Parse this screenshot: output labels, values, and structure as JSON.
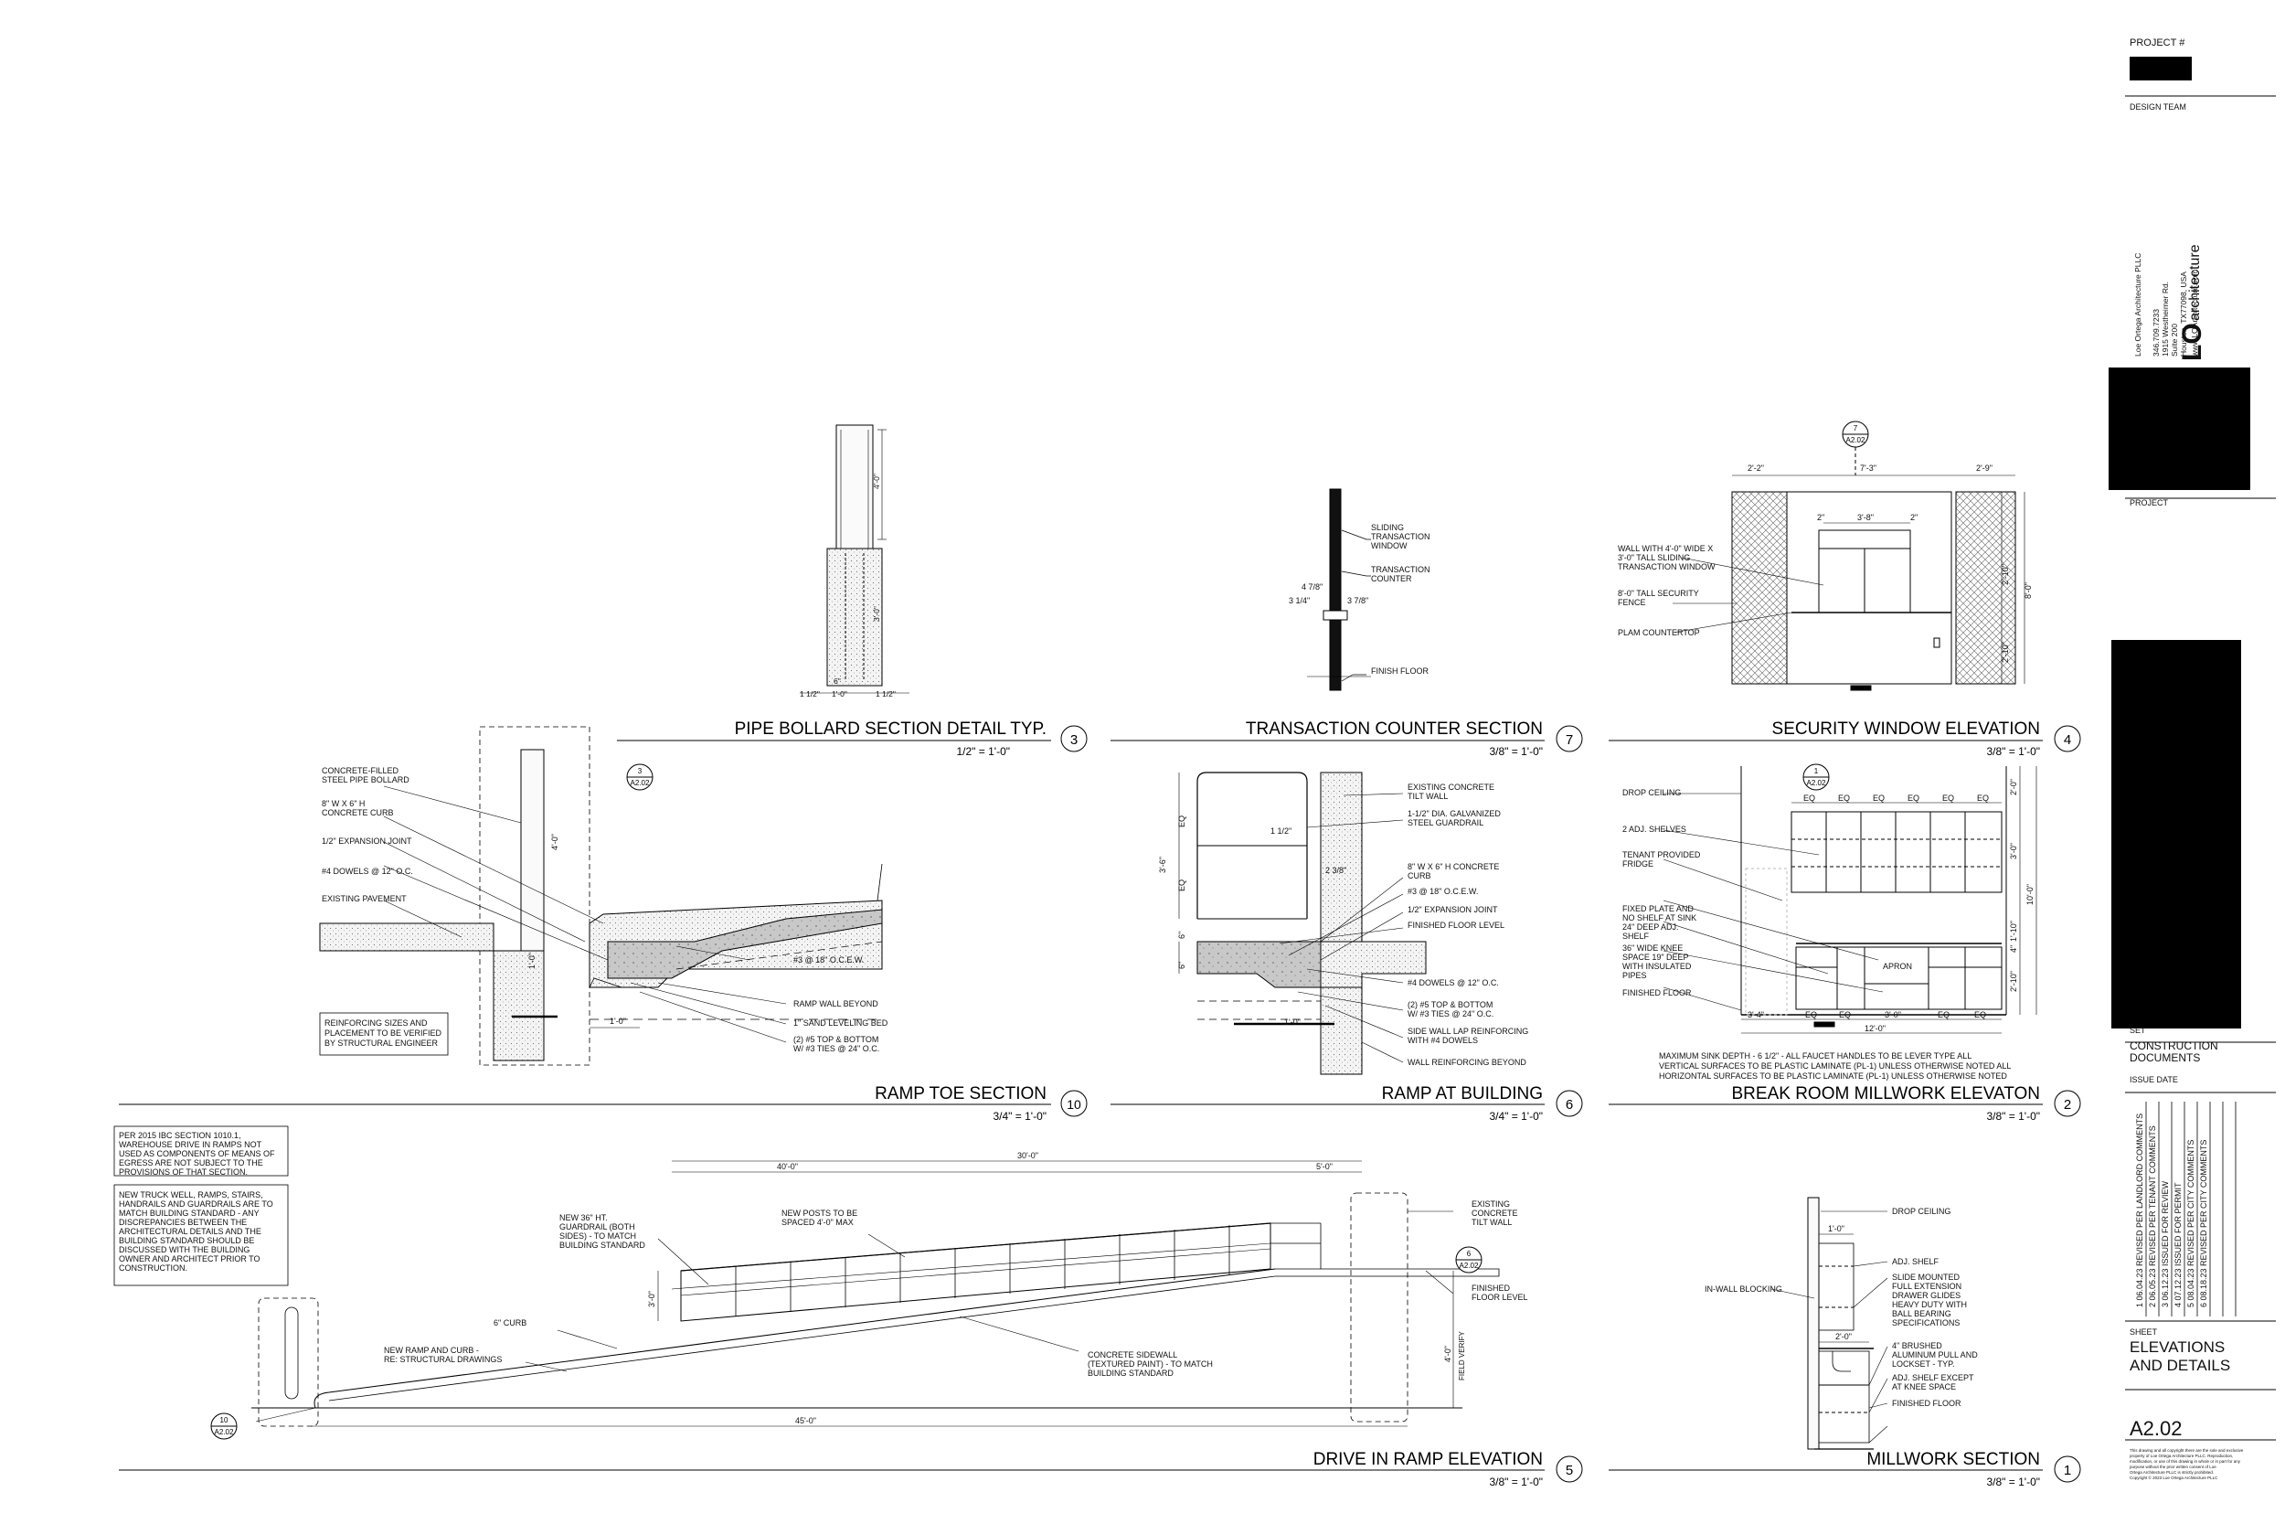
{
  "title_block": {
    "project_number_label": "PROJECT #",
    "design_team_label": "DESIGN TEAM",
    "firm_lines": [
      "Loe Ortega Architecture PLLC",
      "346.709.7233",
      "1915 Westheimer Rd.",
      "Suite 200",
      "Houston, TX77098, USA",
      "www.LOArchitecture.com"
    ],
    "logo_text": "LO",
    "logo_subtext": "architecture",
    "project_label": "PROJECT",
    "set_label": "SET",
    "set_value_line1": "CONSTRUCTION",
    "set_value_line2": "DOCUMENTS",
    "issue_date_label": "ISSUE DATE",
    "revisions": [
      "1  06.04.23  REVISED PER LANDLORD COMMENTS",
      "2  06.05.23  REVISED PER TENANT COMMENTS",
      "3  06.12.23  ISSUED FOR REVIEW",
      "4  07.12.23  ISSUED FOR PERMIT",
      "5  08.04.23  REVISED PER CITY COMMENTS",
      "6  08.18.23  REVISED PER CITY COMMENTS"
    ],
    "sheet_label": "SHEET",
    "sheet_title_line1": "ELEVATIONS",
    "sheet_title_line2": "AND DETAILS",
    "sheet_number": "A2.02",
    "copyright_lines": [
      "This drawing and all copyright there are the sole and exclusive",
      "property of Loe Ortega Architecture PLLC. Reproduction,",
      "modification, or use of this drawing in whole or in part for any",
      "purpose without the prior written consent of Loe",
      "Ortega Architecture PLLC is strictly prohibited.",
      "Copyright © 2023 Loe Ortega Architecture PLLC"
    ]
  },
  "details": {
    "d3": {
      "title": "PIPE BOLLARD SECTION DETAIL TYP.",
      "scale": "1/2\" = 1'-0\"",
      "number": "3"
    },
    "d7": {
      "title": "TRANSACTION COUNTER SECTION",
      "scale": "3/8\" = 1'-0\"",
      "number": "7"
    },
    "d4": {
      "title": "SECURITY WINDOW ELEVATION",
      "scale": "3/8\" = 1'-0\"",
      "number": "4"
    },
    "d10": {
      "title": "RAMP TOE SECTION",
      "scale": "3/4\" = 1'-0\"",
      "number": "10"
    },
    "d6": {
      "title": "RAMP AT BUILDING",
      "scale": "3/4\" = 1'-0\"",
      "number": "6"
    },
    "d2": {
      "title": "BREAK ROOM MILLWORK ELEVATON",
      "scale": "3/8\" = 1'-0\"",
      "number": "2"
    },
    "d5": {
      "title": "DRIVE IN RAMP ELEVATION",
      "scale": "3/8\" = 1'-0\"",
      "number": "5"
    },
    "d1": {
      "title": "MILLWORK SECTION",
      "scale": "3/8\" = 1'-0\"",
      "number": "1"
    }
  },
  "bollard": {
    "dims": [
      "4'-0\"",
      "3'-0\"",
      "6\"",
      "1 1/2\"",
      "1'-0\"",
      "1 1/2\""
    ]
  },
  "counter": {
    "notes": [
      "SLIDING",
      "TRANSACTION",
      "WINDOW",
      "TRANSACTION",
      "COUNTER",
      "FINISH FLOOR"
    ],
    "dims": [
      "4 7/8\"",
      "3 1/4\"",
      "3 7/8\""
    ]
  },
  "security": {
    "ref": {
      "num": "7",
      "sheet": "A2.02"
    },
    "notes": [
      "WALL WITH 4'-0\" WIDE X",
      "3'-0\" TALL SLIDING",
      "TRANSACTION WINDOW",
      "8'-0\" TALL SECURITY",
      "FENCE",
      "PLAM COUNTERTOP"
    ],
    "dims": [
      "2'-2\"",
      "7'-3\"",
      "2'-9\"",
      "3'-8\"",
      "2\"",
      "2\"",
      "2'-10\"",
      "8'-0\"",
      "2'-10\""
    ]
  },
  "ramp_toe": {
    "ref": {
      "num": "3",
      "sheet": "A2.02"
    },
    "notes": [
      "CONCRETE-FILLED",
      "STEEL PIPE BOLLARD",
      "8\" W X 6\" H",
      "CONCRETE CURB",
      "1/2\" EXPANSION JOINT",
      "#4 DOWELS @ 12\" O.C.",
      "EXISTING PAVEMENT",
      "#3  @ 18\" O.C.E.W.",
      "RAMP WALL BEYOND",
      "1\" SAND LEVELING BED",
      "(2) #5 TOP & BOTTOM",
      "W/ #3 TIES @ 24\" O.C."
    ],
    "box_lines": [
      "REINFORCING SIZES AND",
      "PLACEMENT TO BE VERIFIED",
      "BY STRUCTURAL ENGINEER"
    ],
    "dims": [
      "4'-0\"",
      "1'-0\"",
      "1'-0\""
    ]
  },
  "ramp_building": {
    "notes": [
      "EXISTING CONCRETE",
      "TILT WALL",
      "1-1/2\" DIA. GALVANIZED",
      "STEEL GUARDRAIL",
      "8\" W X 6\" H CONCRETE",
      "CURB",
      "#3 @ 18\" O.C.E.W.",
      "1/2\" EXPANSION JOINT",
      "FINISHED FLOOR LEVEL",
      "#4 DOWELS @ 12\" O.C.",
      "(2) #5 TOP & BOTTOM",
      "W/ #3 TIES @ 24\" O.C.",
      "SIDE WALL LAP REINFORCING",
      "WITH #4 DOWELS",
      "WALL REINFORCING BEYOND"
    ],
    "dims": [
      "EQ",
      "EQ",
      "3'-6\"",
      "1 1/2\"",
      "2 3/8\"",
      "6\"",
      "6\"",
      "1'-0\""
    ]
  },
  "break_room": {
    "ref": {
      "num": "1",
      "sheet": "A2.02"
    },
    "notes": [
      "DROP CEILING",
      "2 ADJ. SHELVES",
      "TENANT PROVIDED",
      "FRIDGE",
      "FIXED PLATE AND",
      "NO SHELF AT SINK",
      "24\" DEEP ADJ.",
      "SHELF",
      "36\" WIDE KNEE",
      "SPACE 19\" DEEP",
      "WITH INSULATED",
      "PIPES",
      "FINISHED FLOOR",
      "APRON"
    ],
    "eq": "EQ",
    "dims": [
      "3'-4\"",
      "EQ",
      "EQ",
      "3'-0\"",
      "EQ",
      "EQ",
      "12'-0\"",
      "2'-0\"",
      "3'-0\"",
      "1'-10\"",
      "4\"",
      "2'-10\"",
      "10'-0\""
    ],
    "footnote": [
      "MAXIMUM SINK DEPTH - 6 1/2\" - ALL FAUCET HANDLES TO BE LEVER TYPE ALL",
      "VERTICAL SURFACES TO BE PLASTIC LAMINATE (PL-1) UNLESS OTHERWISE NOTED ALL",
      "HORIZONTAL SURFACES TO BE PLASTIC LAMINATE (PL-1) UNLESS OTHERWISE NOTED"
    ]
  },
  "drive_ramp": {
    "box1": [
      "PER 2015 IBC SECTION 1010.1,",
      "WAREHOUSE DRIVE IN RAMPS NOT",
      "USED AS COMPONENTS OF MEANS OF",
      "EGRESS ARE NOT SUBJECT TO THE",
      "PROVISIONS OF THAT SECTION."
    ],
    "box2": [
      "NEW TRUCK WELL, RAMPS, STAIRS,",
      "HANDRAILS AND GUARDRAILS ARE TO",
      "MATCH BUILDING STANDARD - ANY",
      "DISCREPANCIES BETWEEN THE",
      "ARCHITECTURAL DETAILS AND THE",
      "BUILDING STANDARD SHOULD BE",
      "DISCUSSED WITH THE BUILDING",
      "OWNER AND ARCHITECT PRIOR TO",
      "CONSTRUCTION."
    ],
    "notes": [
      "NEW 36\" HT.",
      "GUARDRAIL (BOTH",
      "SIDES) - TO MATCH",
      "BUILDING STANDARD",
      "NEW POSTS TO BE",
      "SPACED 4'-0\" MAX",
      "6\" CURB",
      "NEW RAMP AND CURB -",
      "RE: STRUCTURAL DRAWINGS",
      "CONCRETE SIDEWALL",
      "(TEXTURED PAINT) - TO MATCH",
      "BUILDING STANDARD",
      "EXISTING",
      "CONCRETE",
      "TILT WALL",
      "FINISHED",
      "FLOOR LEVEL"
    ],
    "dims": [
      "30'-0\"",
      "40'-0\"",
      "5'-0\"",
      "3'-0\"",
      "45'-0\"",
      "4'-0\"",
      "FIELD VERIFY"
    ],
    "ref_left": {
      "num": "10",
      "sheet": "A2.02"
    },
    "ref_right": {
      "num": "6",
      "sheet": "A2.02"
    }
  },
  "millwork": {
    "notes": [
      "DROP CEILING",
      "ADJ. SHELF",
      "SLIDE MOUNTED",
      "FULL EXTENSION",
      "DRAWER GLIDES",
      "HEAVY DUTY WITH",
      "BALL BEARING",
      "SPECIFICATIONS",
      "4\" BRUSHED",
      "ALUMINUM PULL AND",
      "LOCKSET - TYP.",
      "ADJ. SHELF EXCEPT",
      "AT KNEE SPACE",
      "FINISHED FLOOR",
      "IN-WALL BLOCKING"
    ],
    "dims": [
      "1'-0\"",
      "2'-0\""
    ]
  }
}
